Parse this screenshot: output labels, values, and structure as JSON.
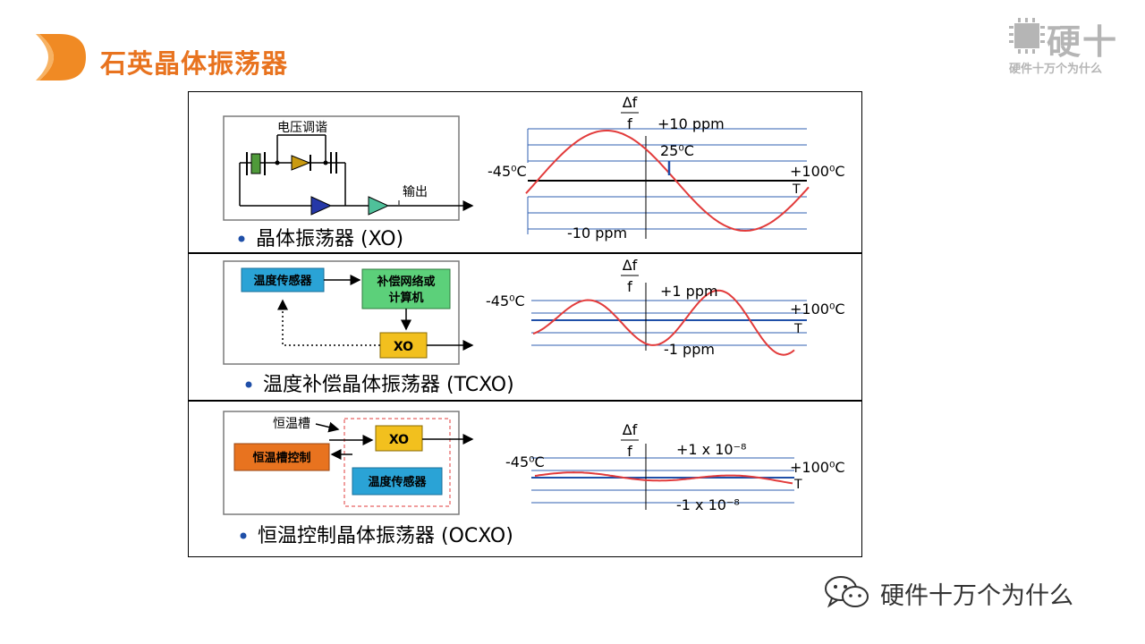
{
  "title": "石英晶体振荡器",
  "logo": {
    "main": "硬十",
    "sub": "硬件十万个为什么"
  },
  "watermark": "硬件十万个为什么",
  "colors": {
    "accent": "#e8731f",
    "curve": "#e23b3b",
    "grid": "#2f5fb0",
    "panel_border": "#7a7a7a"
  },
  "panels": [
    {
      "caption": "晶体振荡器 (XO)",
      "circuit": {
        "tuning_label": "电压调谐",
        "output_label": "输出"
      },
      "graph": {
        "df": "Δf",
        "f": "f",
        "upper": "+10 ppm",
        "lower": "-10 ppm",
        "mid": "25⁰C",
        "left_temp": "-45⁰C",
        "right_temp": "+100⁰C",
        "t": "T"
      }
    },
    {
      "caption": "温度补偿晶体振荡器 (TCXO)",
      "circuit": {
        "sensor": "温度传感器",
        "comp_line1": "补偿网络或",
        "comp_line2": "计算机",
        "xo": "XO"
      },
      "graph": {
        "df": "Δf",
        "f": "f",
        "upper": "+1 ppm",
        "lower": "-1 ppm",
        "left_temp": "-45⁰C",
        "right_temp": "+100⁰C",
        "t": "T"
      }
    },
    {
      "caption": "恒温控制晶体振荡器 (OCXO)",
      "circuit": {
        "oven": "恒温槽",
        "control": "恒温槽控制",
        "xo": "XO",
        "sensor": "温度传感器"
      },
      "graph": {
        "df": "Δf",
        "f": "f",
        "upper": "+1 x 10⁻⁸",
        "lower": "-1 x 10⁻⁸",
        "left_temp": "-45⁰C",
        "right_temp": "+100⁰C",
        "t": "T"
      }
    }
  ]
}
